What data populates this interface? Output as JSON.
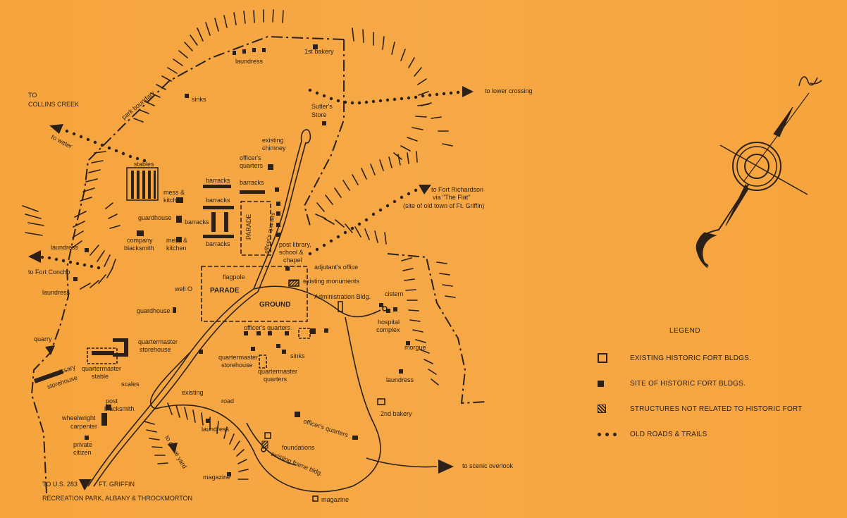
{
  "labels": {
    "to_collins_creek_1": "TO",
    "to_collins_creek_2": "COLLINS CREEK",
    "to_water": "to water",
    "park_boundary": "park boundary",
    "sinks_north": "sinks",
    "laundress_north": "laundress",
    "first_bakery": "1st bakery",
    "to_lower_crossing": "to lower crossing",
    "sutlers_store_1": "Sutler's",
    "sutlers_store_2": "Store",
    "existing_chimney_1": "existing",
    "existing_chimney_2": "chimney",
    "officers_quarters_north_1": "officer's",
    "officers_quarters_north_2": "quarters",
    "stables": "stables",
    "mess_kitchen_1a": "mess &",
    "mess_kitchen_1b": "kitchen",
    "barracks_1": "barracks",
    "barracks_2": "barracks",
    "barracks_3": "barracks",
    "barracks_4": "barracks",
    "barracks_5": "barracks",
    "guardhouse_north": "guardhouse",
    "company_blacksmith_1": "company",
    "company_blacksmith_2": "blacksmith",
    "mess_kitchen_2a": "mess &",
    "mess_kitchen_2b": "kitchen",
    "parade_north": "PARADE",
    "officers_quarters_vertical": "officer's quarters",
    "to_fort_richardson_1": "to Fort Richardson",
    "to_fort_richardson_2": "via \"The Flat\"",
    "to_fort_richardson_3": "(site of old town of Ft. Griffin)",
    "post_library_1": "post library,",
    "post_library_2": "school &",
    "post_library_3": "chapel",
    "adjutants_office": "adjutant's office",
    "laundress_west": "laundress",
    "to_fort_concho": "to Fort Concho",
    "laundress_west2": "laundress",
    "flagpole": "flagpole",
    "existing_monuments": "existing monuments",
    "well": "well O",
    "parade_main": "PARADE",
    "ground": "GROUND",
    "administration_bldg": "Administration Bldg.",
    "cistern": "cistern",
    "guardhouse_south": "guardhouse",
    "hospital_complex_1": "hospital",
    "hospital_complex_2": "complex",
    "officers_quarters_south": "officer's quarters",
    "quarry": "quarry",
    "quartermaster_storehouse_1": "quartermaster",
    "quartermaster_storehouse_2": "storehouse",
    "morgue": "morgue",
    "quartermaster_storehouse_b1": "quartermaster",
    "quartermaster_storehouse_b2": "storehouse",
    "sinks_south": "sinks",
    "quartermaster_stable_1": "quartermaster",
    "quartermaster_stable_2": "stable",
    "quartermaster_quarters_1": "quartermaster",
    "quartermaster_quarters_2": "quarters",
    "laundress_east": "laundress",
    "commissary_1": "commissary",
    "commissary_2": "storehouse",
    "scales": "scales",
    "existing_road_1": "existing",
    "existing_road_2": "road",
    "second_bakery": "2nd bakery",
    "post_blacksmith_1": "post",
    "post_blacksmith_2": "blacksmith",
    "wheelwright": "wheelwright",
    "carpenter": "carpenter",
    "laundress_south": "laundress",
    "officers_quarters_far_south": "officer's quarters",
    "foundations": "foundations",
    "existing_frame_bldg": "existing frame bldg.",
    "to_grave_yard": "to grave yard",
    "private_citizen_1": "private",
    "private_citizen_2": "citizen",
    "to_scenic_overlook": "to scenic overlook",
    "magazine_1": "magazine",
    "to_us_283": "TO U.S. 283",
    "ft_griffin": "FT. GRIFFIN",
    "recreation_park": "RECREATION PARK, ALBANY & THROCKMORTON",
    "magazine_2": "magazine"
  },
  "legend": {
    "title": "LEGEND",
    "items": [
      {
        "symbol": "open-square",
        "text": "EXISTING HISTORIC FORT BLDGS."
      },
      {
        "symbol": "solid-square",
        "text": "SITE OF HISTORIC FORT BLDGS."
      },
      {
        "symbol": "hatched-square",
        "text": "STRUCTURES NOT RELATED TO HISTORIC FORT"
      },
      {
        "symbol": "dots",
        "text": "OLD ROADS & TRAILS"
      }
    ]
  },
  "colors": {
    "background": "#f6a43d",
    "ink": "#2b2118"
  }
}
